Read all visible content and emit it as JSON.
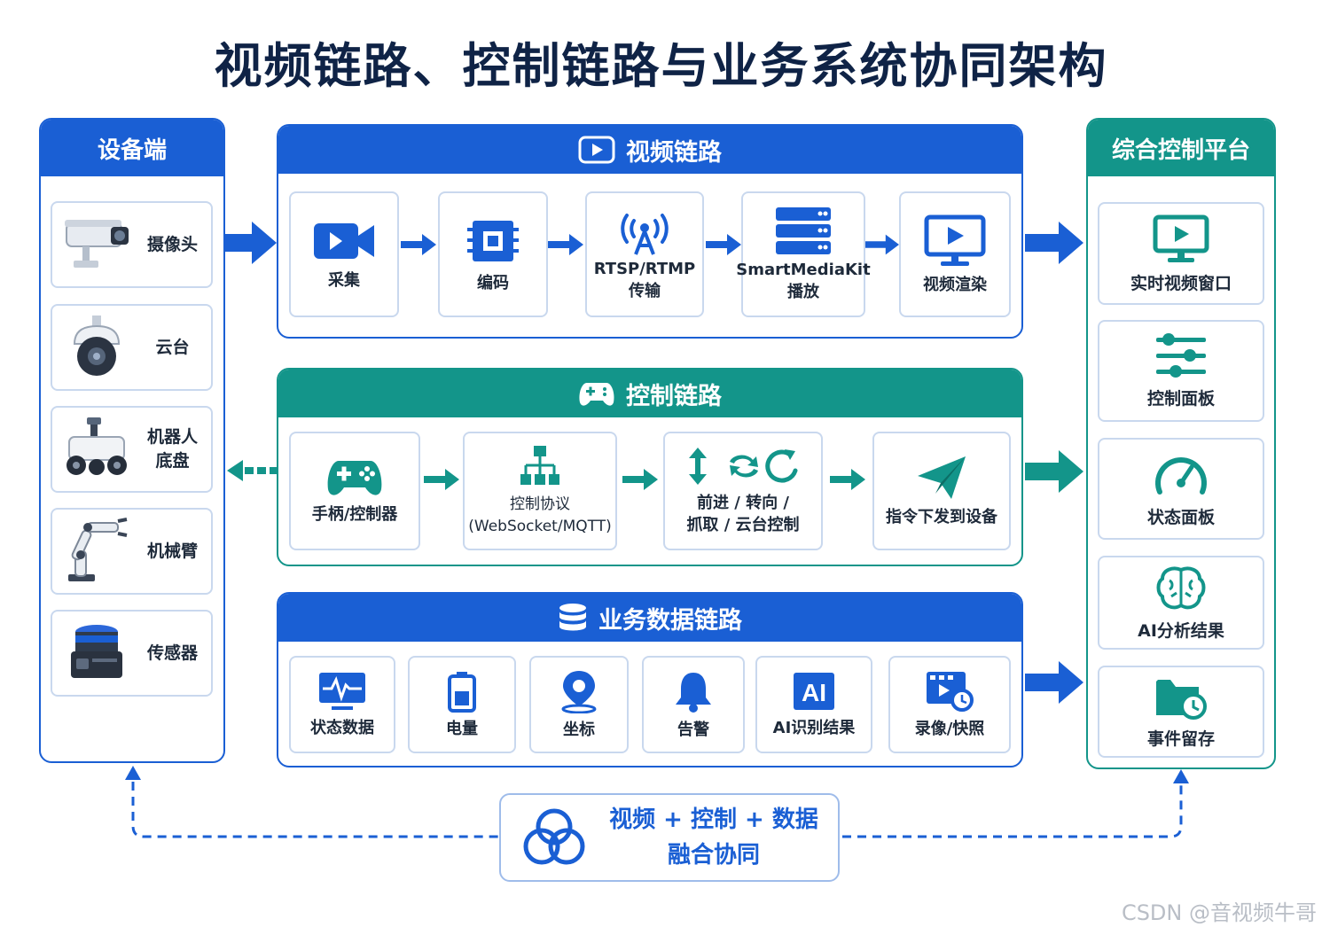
{
  "title": "视频链路、控制链路与业务系统协同架构",
  "devices": {
    "header": "设备端",
    "items": [
      {
        "label": "摄像头",
        "icon": "camera-icon"
      },
      {
        "label": "云台",
        "icon": "ptz-dome-icon"
      },
      {
        "label": "机器人\n底盘",
        "icon": "robot-chassis-icon"
      },
      {
        "label": "机械臂",
        "icon": "robot-arm-icon"
      },
      {
        "label": "传感器",
        "icon": "lidar-sensor-icon"
      }
    ]
  },
  "video_chain": {
    "header": "视频链路",
    "steps": [
      {
        "label": "采集",
        "icon": "video-camera-icon"
      },
      {
        "label": "编码",
        "icon": "chip-icon"
      },
      {
        "label": "RTSP/RTMP\n传输",
        "icon": "antenna-icon"
      },
      {
        "label": "SmartMediaKit\n播放",
        "icon": "server-icon"
      },
      {
        "label": "视频渲染",
        "icon": "monitor-play-icon"
      }
    ]
  },
  "control_chain": {
    "header": "控制链路",
    "steps": [
      {
        "label": "手柄/控制器",
        "icon": "gamepad-icon"
      },
      {
        "label": "控制协议\n(WebSocket/MQTT)",
        "icon": "hierarchy-icon"
      },
      {
        "label": "前进 / 转向 /\n抓取 / 云台控制",
        "icon": "motion-arrows-icon"
      },
      {
        "label": "指令下发到设备",
        "icon": "paper-plane-icon"
      }
    ]
  },
  "data_chain": {
    "header": "业务数据链路",
    "items": [
      {
        "label": "状态数据",
        "icon": "pulse-monitor-icon"
      },
      {
        "label": "电量",
        "icon": "battery-icon"
      },
      {
        "label": "坐标",
        "icon": "location-pin-icon"
      },
      {
        "label": "告警",
        "icon": "bell-icon"
      },
      {
        "label": "AI识别结果",
        "icon": "ai-badge-icon"
      },
      {
        "label": "录像/快照",
        "icon": "recording-icon"
      }
    ]
  },
  "platform": {
    "header": "综合控制平台",
    "items": [
      {
        "label": "实时视频窗口",
        "icon": "monitor-play-icon"
      },
      {
        "label": "控制面板",
        "icon": "sliders-icon"
      },
      {
        "label": "状态面板",
        "icon": "gauge-icon"
      },
      {
        "label": "AI分析结果",
        "icon": "brain-icon"
      },
      {
        "label": "事件留存",
        "icon": "folder-clock-icon"
      }
    ]
  },
  "fusion": {
    "line1": "视频 + 控制 + 数据",
    "line2": "融合协同",
    "icon": "three-rings-icon"
  },
  "watermark": "CSDN @音视频牛哥",
  "colors": {
    "blue": "#1a5fd4",
    "teal": "#13958a",
    "navy": "#0f2346"
  }
}
